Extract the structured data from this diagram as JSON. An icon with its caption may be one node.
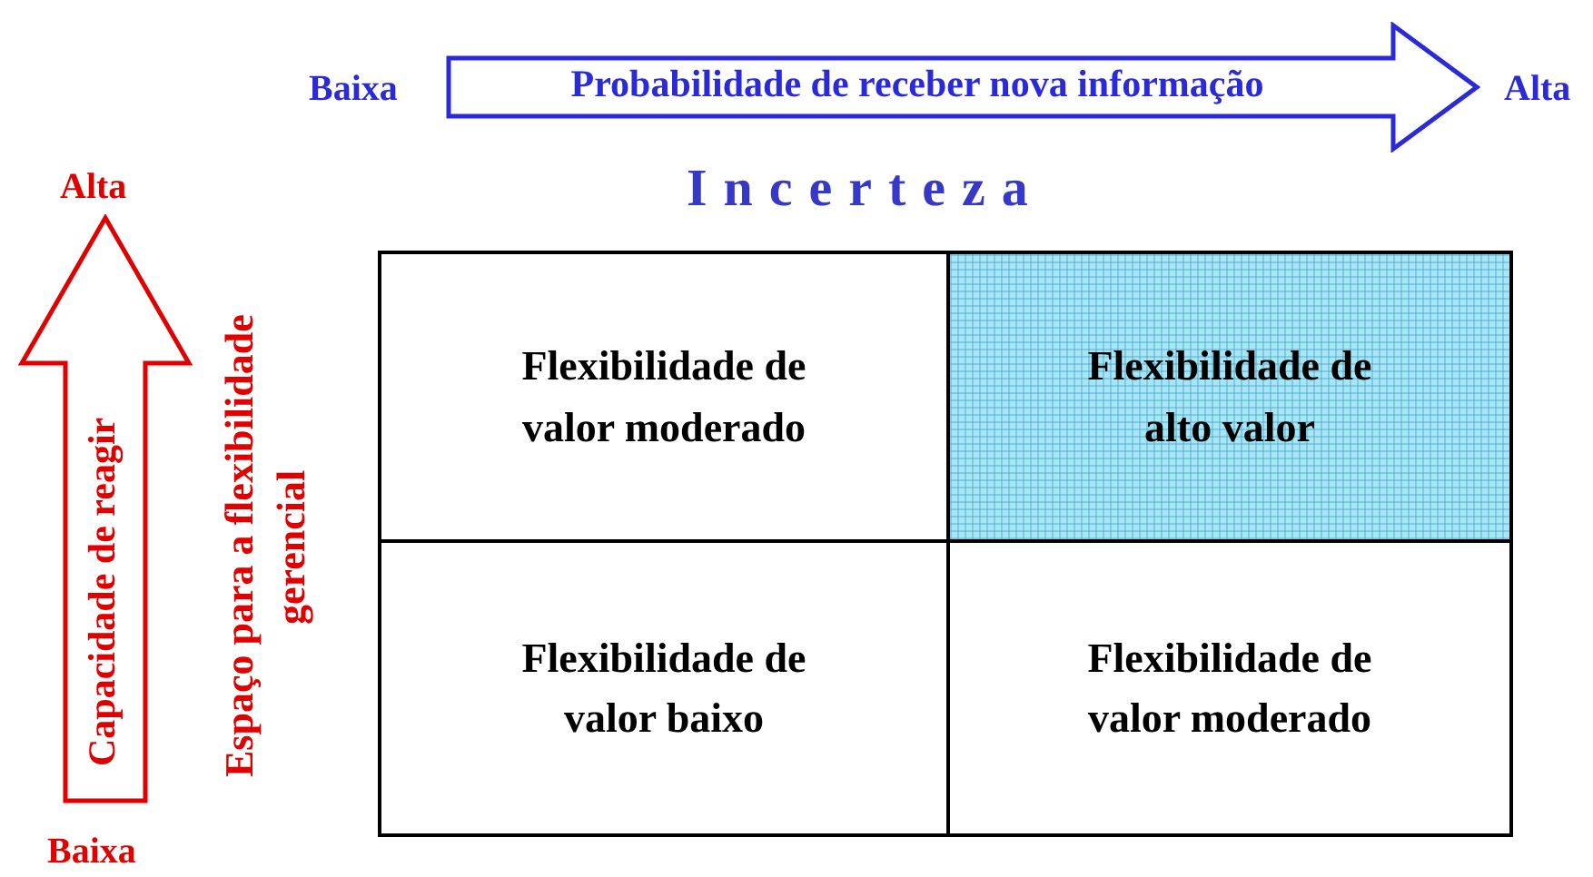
{
  "diagram": {
    "nodes": [
      {
        "text": [
          "Probabilidade de receber nova informação"
        ],
        "beside": [
          "Baixa",
          "Alta"
        ]
      },
      {
        "text": [
          "Capacidade de reagir"
        ],
        "beside": [
          "Alta",
          "Baixa"
        ]
      },
      {
        "text": [
          "Flexibilidade de valor moderado"
        ]
      },
      {
        "text": [
          "Flexibilidade de alto valor"
        ]
      },
      {
        "text": [
          "Flexibilidade de valor baixo"
        ]
      },
      {
        "text": [
          "Flexibilidade de valor moderado"
        ]
      }
    ],
    "labels": [
      "Incerteza",
      "Espaço para a flexibilidade gerencial"
    ]
  }
}
